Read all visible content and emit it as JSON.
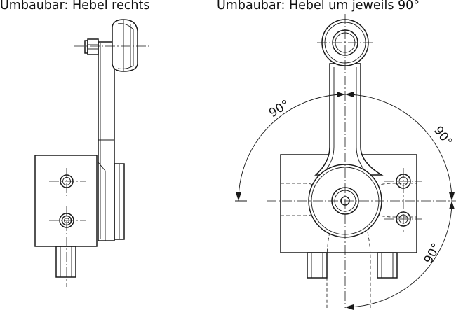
{
  "captions": {
    "left": "Umbaubar: Hebel rechts",
    "right": "Umbaubar: Hebel um jeweils 90°"
  },
  "dimensions": {
    "top_left": "90°",
    "top_right": "90°",
    "bottom_right": "90°"
  }
}
